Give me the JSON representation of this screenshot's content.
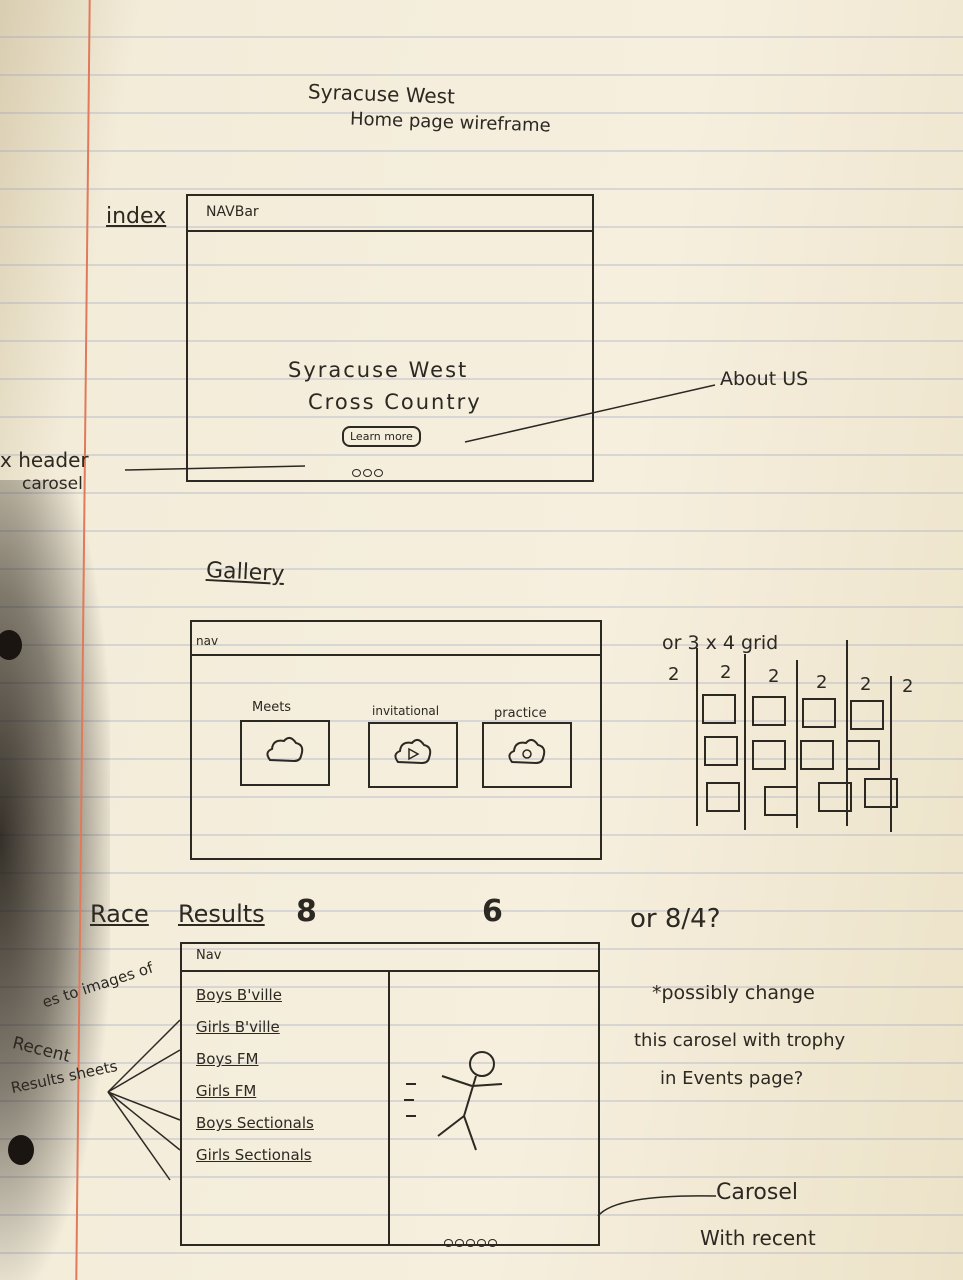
{
  "title": {
    "line1": "Syracuse West",
    "line2": "Home page wireframe"
  },
  "index": {
    "label": "index",
    "navbar": "NAVBar",
    "hero_line1": "Syracuse West",
    "hero_line2": "Cross Country",
    "button": "Learn more",
    "about_note": "About US",
    "side_note_line1": "x header",
    "side_note_line2": "carosel"
  },
  "gallery": {
    "label": "Gallery",
    "nav": "nav",
    "tiles": [
      "Meets",
      "invitational",
      "practice"
    ],
    "grid_note": "or 3 x 4 grid",
    "grid_numbers": [
      "2",
      "2",
      "2",
      "2",
      "2",
      "2"
    ]
  },
  "results": {
    "label_1": "Race",
    "label_2": "Results",
    "num_a": "8",
    "num_b": "6",
    "or_note": "or 8/4?",
    "nav": "Nav",
    "links": [
      "Boys B'ville",
      "Girls B'ville",
      "Boys FM",
      "Girls FM",
      "Boys Sectionals",
      "Girls Sectionals"
    ],
    "left_note_1": "es to images of",
    "left_note_2": "Recent",
    "left_note_3": "Results sheets",
    "right_note_1": "*possibly change",
    "right_note_2": "this carosel with trophy",
    "right_note_3": "in Events page?",
    "carousel_note_1": "Carosel",
    "carousel_note_2": "With recent"
  }
}
